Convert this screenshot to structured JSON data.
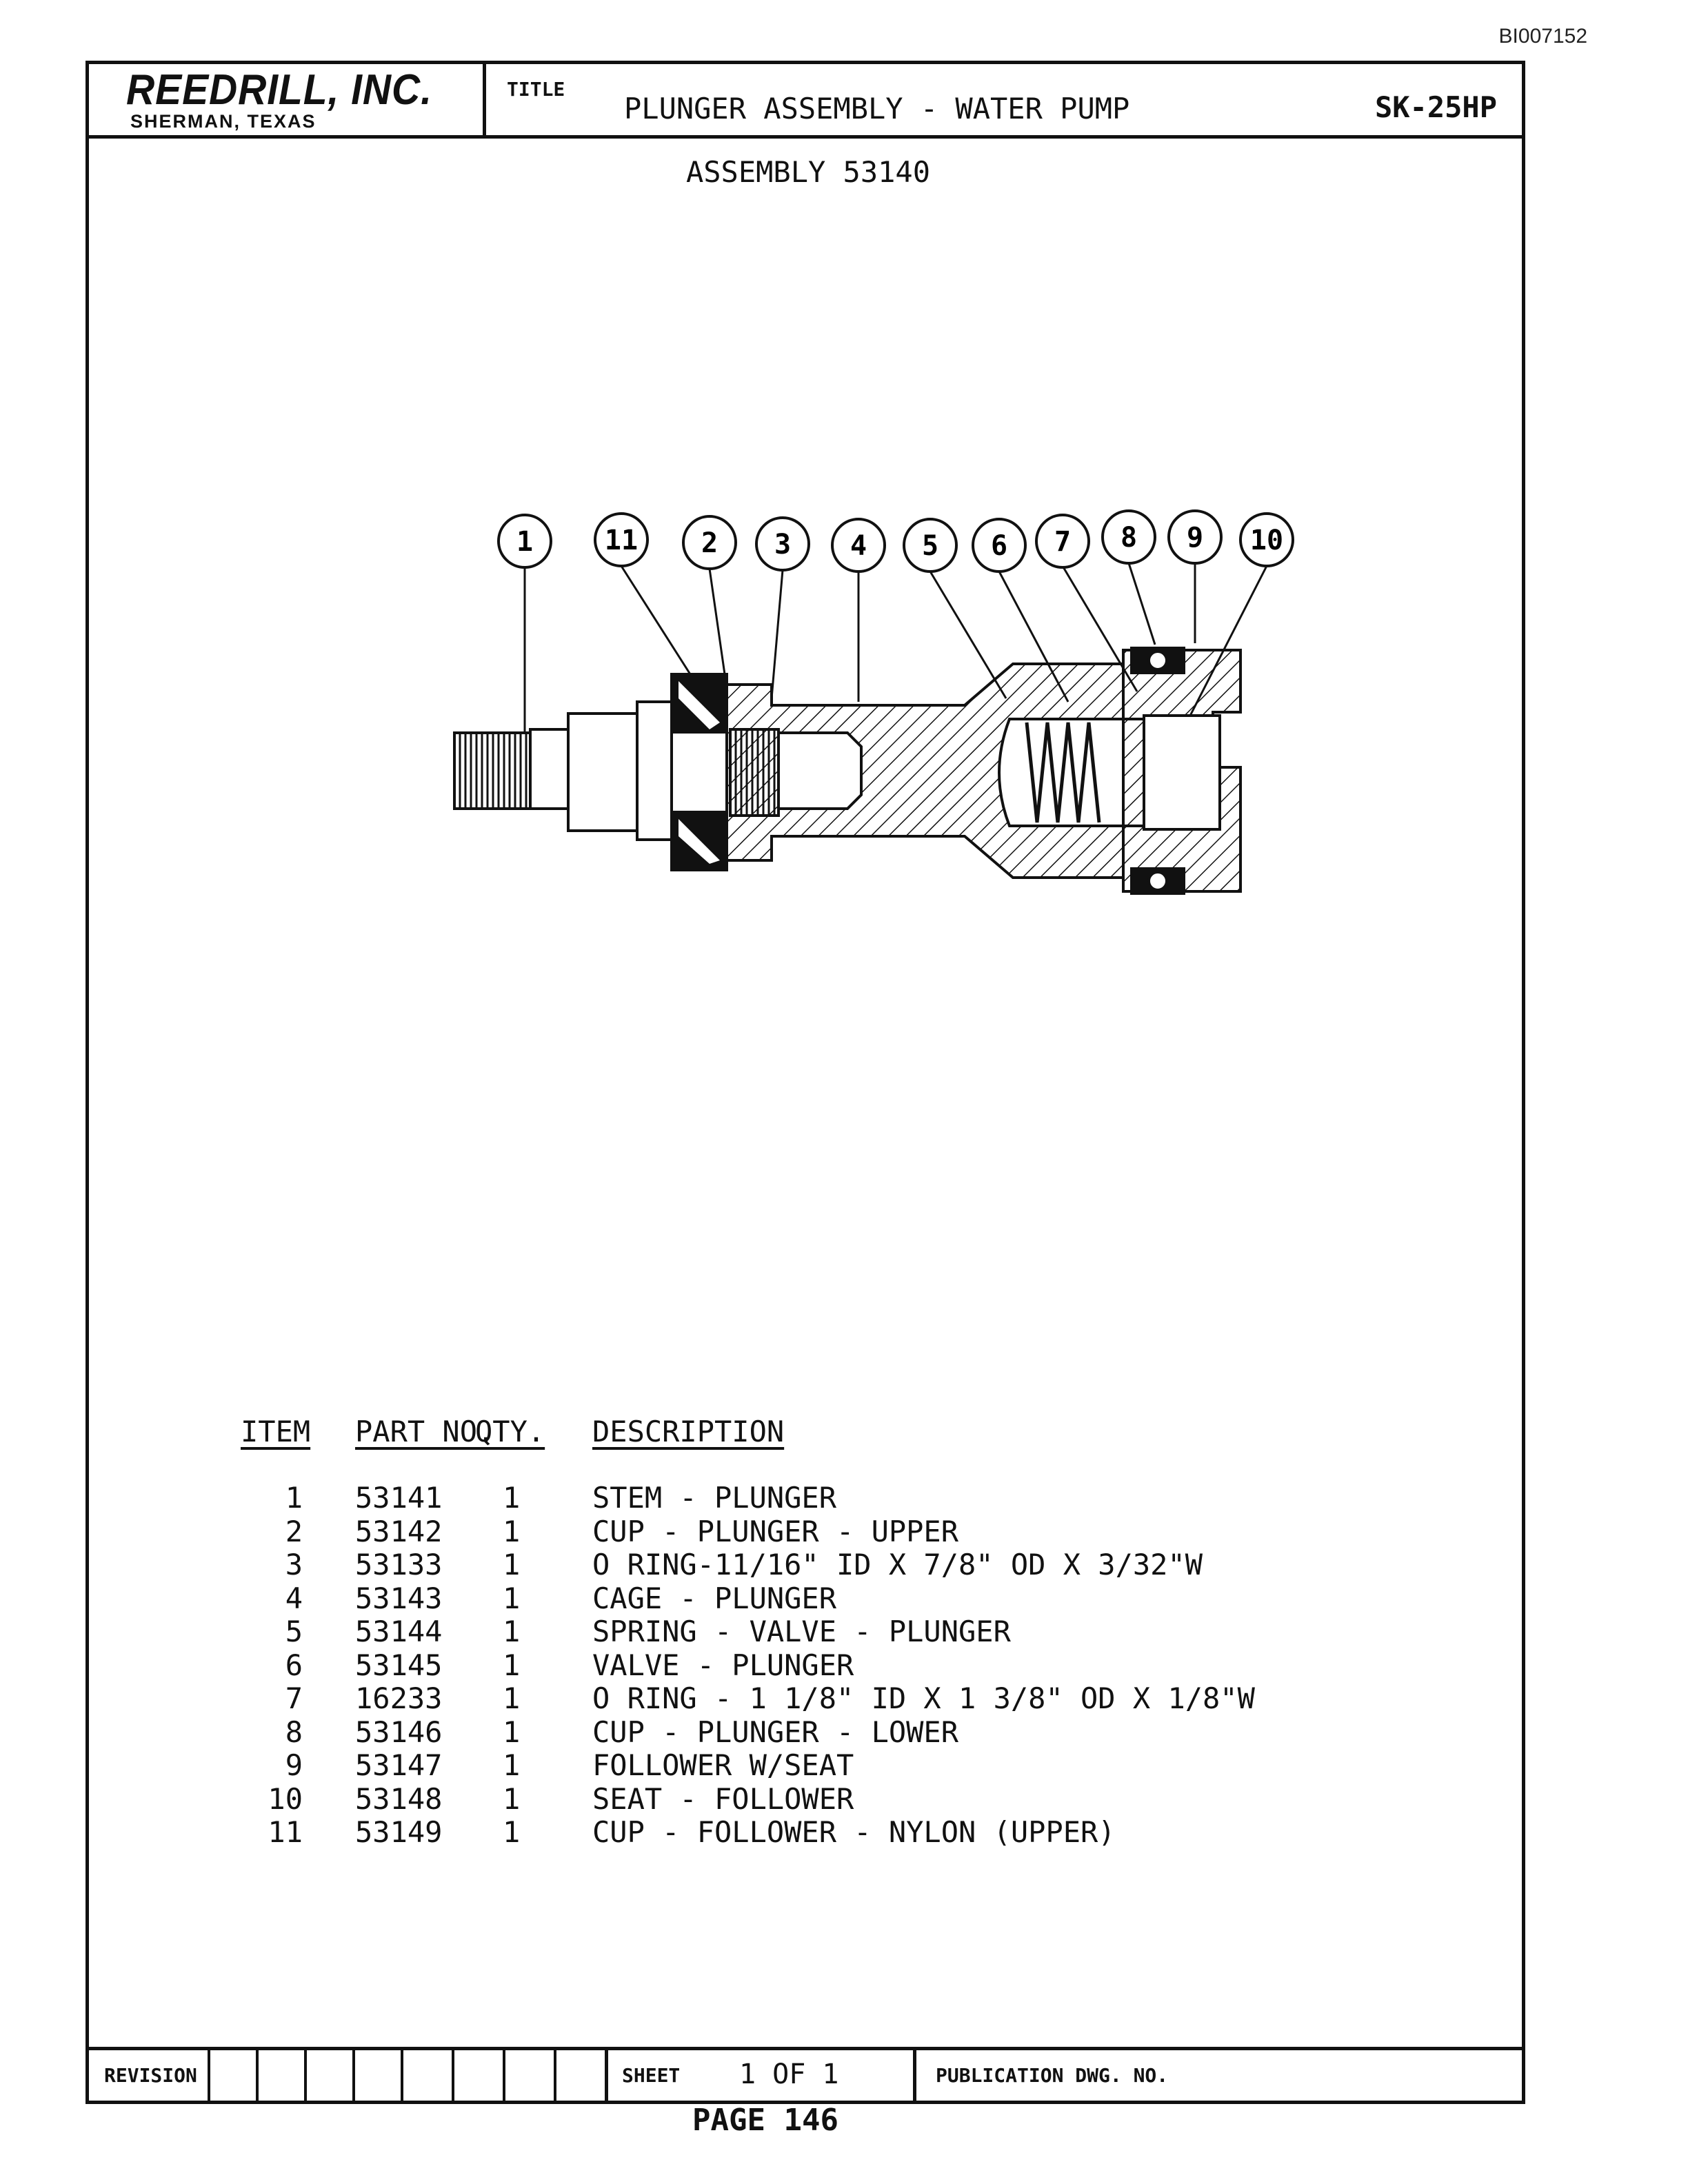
{
  "doc_id": "BI007152",
  "header": {
    "company": "REEDRILL, INC.",
    "location": "SHERMAN, TEXAS",
    "title_label": "TITLE",
    "title": "PLUNGER ASSEMBLY - WATER PUMP",
    "code": "SK-25HP"
  },
  "assembly": "ASSEMBLY 53140",
  "drawing": {
    "callouts": [
      "1",
      "11",
      "2",
      "3",
      "4",
      "5",
      "6",
      "7",
      "8",
      "9",
      "10"
    ]
  },
  "table": {
    "headers": {
      "item": "ITEM",
      "part": "PART NO.",
      "qty": "QTY.",
      "desc": "DESCRIPTION"
    },
    "rows": [
      {
        "item": "1",
        "part": "53141",
        "qty": "1",
        "desc": "STEM - PLUNGER"
      },
      {
        "item": "2",
        "part": "53142",
        "qty": "1",
        "desc": "CUP - PLUNGER - UPPER"
      },
      {
        "item": "3",
        "part": "53133",
        "qty": "1",
        "desc": "O RING-11/16\" ID X 7/8\" OD X 3/32\"W"
      },
      {
        "item": "4",
        "part": "53143",
        "qty": "1",
        "desc": "CAGE - PLUNGER"
      },
      {
        "item": "5",
        "part": "53144",
        "qty": "1",
        "desc": "SPRING - VALVE - PLUNGER"
      },
      {
        "item": "6",
        "part": "53145",
        "qty": "1",
        "desc": "VALVE - PLUNGER"
      },
      {
        "item": "7",
        "part": "16233",
        "qty": "1",
        "desc": "O RING - 1 1/8\" ID X 1 3/8\" OD X 1/8\"W"
      },
      {
        "item": "8",
        "part": "53146",
        "qty": "1",
        "desc": "CUP - PLUNGER - LOWER"
      },
      {
        "item": "9",
        "part": "53147",
        "qty": "1",
        "desc": "FOLLOWER W/SEAT"
      },
      {
        "item": "10",
        "part": "53148",
        "qty": "1",
        "desc": "SEAT - FOLLOWER"
      },
      {
        "item": "11",
        "part": "53149",
        "qty": "1",
        "desc": "CUP - FOLLOWER - NYLON (UPPER)"
      }
    ]
  },
  "footer": {
    "revision_label": "REVISION",
    "sheet_label": "SHEET",
    "sheet_value": "1 OF 1",
    "publication_label": "PUBLICATION DWG. NO."
  },
  "page": "PAGE 146"
}
